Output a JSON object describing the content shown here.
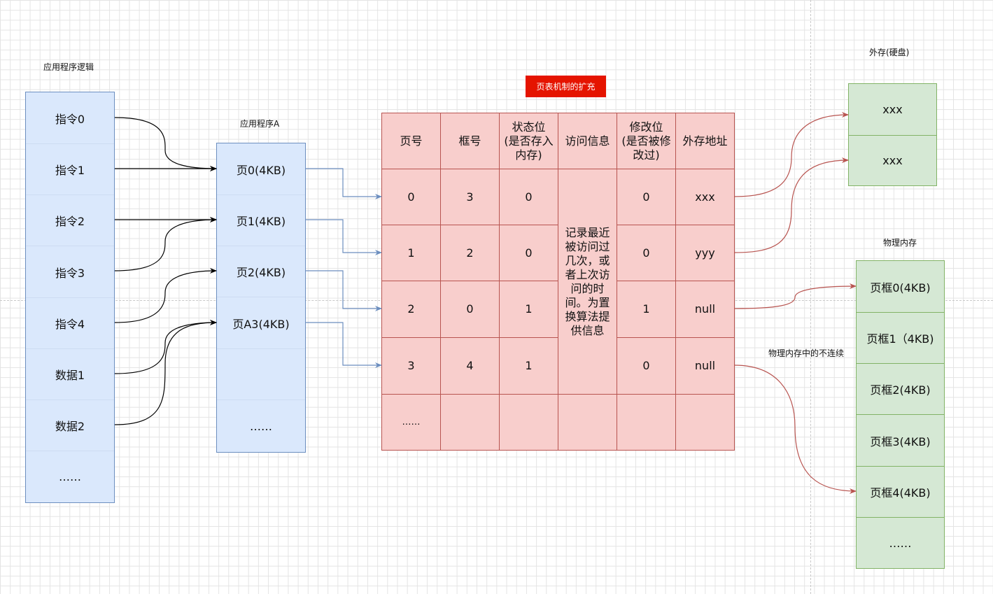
{
  "app_logic": {
    "title": "应用程序逻辑",
    "items": [
      "指令0",
      "指令1",
      "指令2",
      "指令3",
      "指令4",
      "数据1",
      "数据2",
      "……"
    ]
  },
  "program_a": {
    "title": "应用程序A",
    "pages": [
      "页0(4KB)",
      "页1(4KB)",
      "页2(4KB)",
      "页A3(4KB)",
      "",
      "……"
    ]
  },
  "page_table": {
    "title": "页表机制的扩充",
    "headers": {
      "page_no": "页号",
      "frame_no": "框号",
      "status": "状态位\n(是否存入\n内存)",
      "access": "访问信息",
      "modified": "修改位\n(是否被修\n改过)",
      "ext_addr": "外存地址"
    },
    "rows": [
      {
        "page_no": "0",
        "frame_no": "3",
        "status": "0",
        "modified": "0",
        "ext_addr": "xxx"
      },
      {
        "page_no": "1",
        "frame_no": "2",
        "status": "0",
        "modified": "0",
        "ext_addr": "yyy"
      },
      {
        "page_no": "2",
        "frame_no": "0",
        "status": "1",
        "modified": "1",
        "ext_addr": "null"
      },
      {
        "page_no": "3",
        "frame_no": "4",
        "status": "1",
        "modified": "0",
        "ext_addr": "null"
      },
      {
        "page_no": "……",
        "frame_no": "",
        "status": "",
        "modified": "",
        "ext_addr": ""
      }
    ],
    "access_info_text": "记录最近\n被访问过\n几次，或\n者上次访\n问的时\n间。为置\n换算法提\n供信息"
  },
  "external_storage": {
    "title": "外存(硬盘)",
    "blocks": [
      "xxx",
      "xxx"
    ]
  },
  "physical_memory": {
    "title": "物理内存",
    "frames": [
      "页框0(4KB)",
      "页框1（4KB)",
      "页框2(4KB)",
      "页框3(4KB)",
      "页框4(4KB)",
      "……"
    ],
    "note": "物理内存中的不连续"
  },
  "colors": {
    "blue_fill": "#dae8fc",
    "blue_stroke": "#6c8ebf",
    "red_fill": "#f8cecc",
    "red_stroke": "#b85450",
    "title_red": "#e51400",
    "green_fill": "#d5e8d4",
    "green_stroke": "#82b366"
  }
}
